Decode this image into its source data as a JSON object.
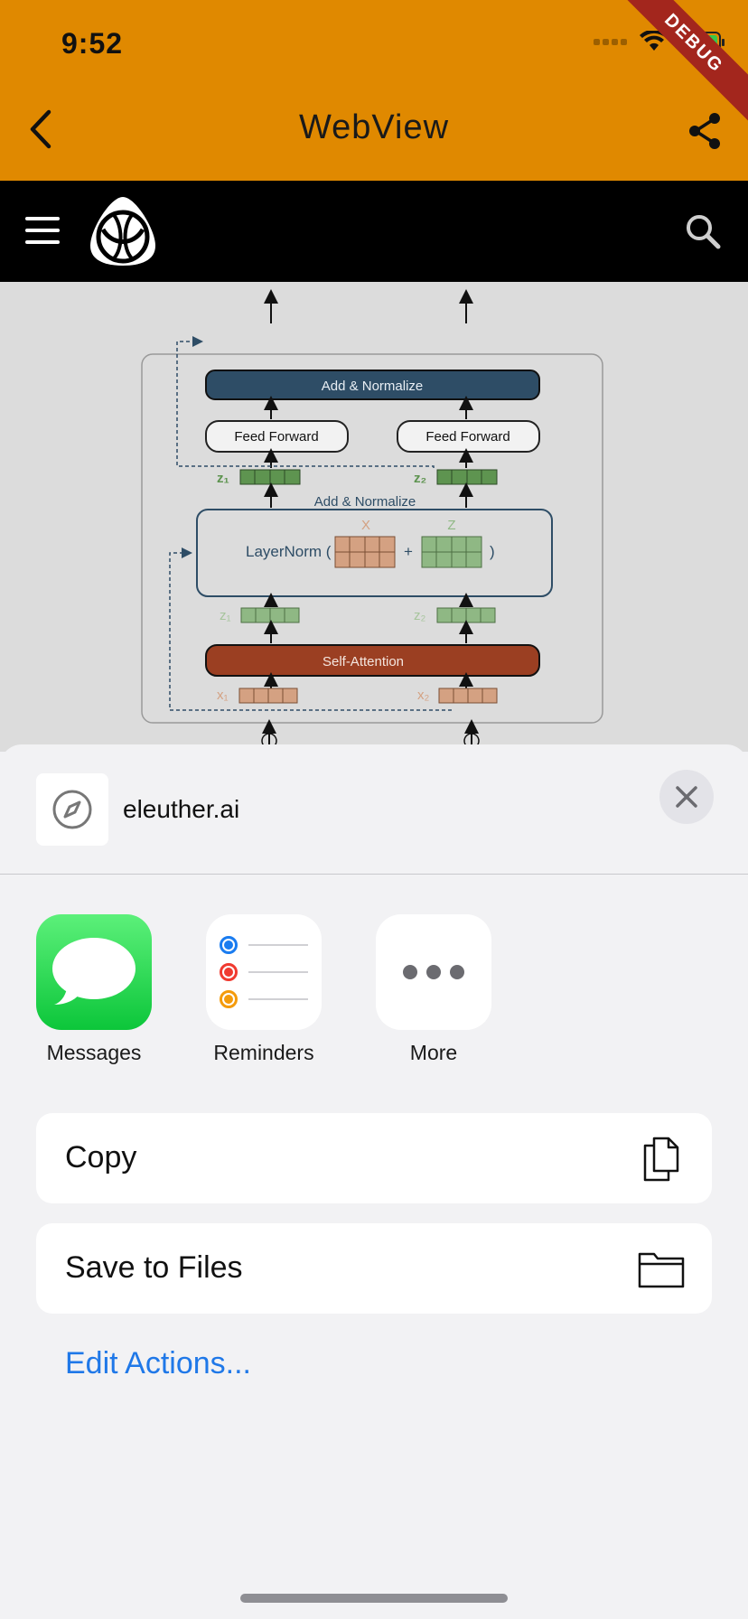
{
  "status_bar": {
    "time": "9:52",
    "debug_banner": "DEBUG"
  },
  "app_bar": {
    "title": "WebView"
  },
  "diagram": {
    "add_normalize_top": "Add & Normalize",
    "feed_forward_1": "Feed Forward",
    "feed_forward_2": "Feed Forward",
    "z1": "z₁",
    "z2": "z₂",
    "add_normalize_mid": "Add & Normalize",
    "layernorm": "LayerNorm (",
    "x_label": "X",
    "z_label": "Z",
    "plus": "+",
    "close_paren": ")",
    "self_attention": "Self-Attention",
    "x1": "x₁",
    "x2": "x₂"
  },
  "share_sheet": {
    "site_name": "eleuther.ai",
    "apps": [
      {
        "label": "Messages"
      },
      {
        "label": "Reminders"
      },
      {
        "label": "More"
      }
    ],
    "actions": [
      {
        "label": "Copy"
      },
      {
        "label": "Save to Files"
      }
    ],
    "edit_actions": "Edit Actions..."
  },
  "colors": {
    "app_bar": "#e08900",
    "site_header": "#000000",
    "dark_block": "#2e4d66",
    "attention_block": "#9b3f22",
    "green_cell": "#5e9450",
    "tan_cell": "#d4a182",
    "link_blue": "#1f78e8"
  }
}
